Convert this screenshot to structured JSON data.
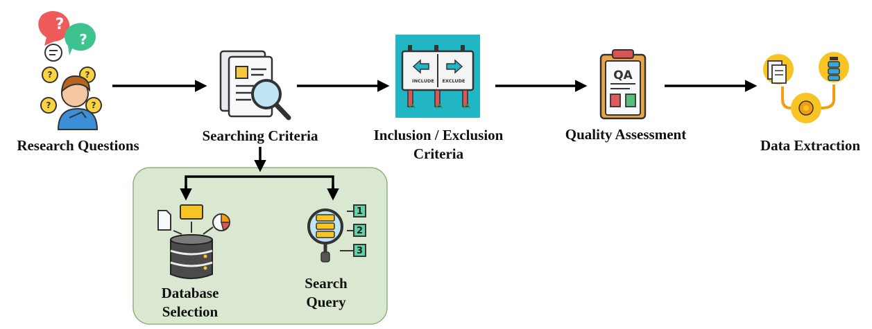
{
  "steps": [
    {
      "label": "Research Questions"
    },
    {
      "label": "Searching Criteria"
    },
    {
      "label_line1": "Inclusion / Exclusion",
      "label_line2": "Criteria"
    },
    {
      "label": "Quality Assessment"
    },
    {
      "label": "Data Extraction"
    }
  ],
  "substeps": [
    {
      "label_line1": "Database",
      "label_line2": "Selection"
    },
    {
      "label_line1": "Search",
      "label_line2": "Query"
    }
  ],
  "icons": {
    "research_questions": {
      "name": "thinking-person-icon",
      "q1": "?",
      "q2": "?"
    },
    "searching_criteria": {
      "name": "document-magnifier-icon"
    },
    "inclusion_exclusion": {
      "name": "signboard-icon",
      "include_text": "INCLUDE",
      "exclude_text": "EXCLUDE"
    },
    "quality_assessment": {
      "name": "clipboard-qa-icon",
      "badge_text": "QA"
    },
    "data_extraction": {
      "name": "data-extraction-icon"
    },
    "database_selection": {
      "name": "database-icon"
    },
    "search_query": {
      "name": "search-query-icon",
      "numbers": [
        "1",
        "2",
        "3"
      ]
    }
  },
  "colors": {
    "arrow": "#000000",
    "substep_panel_fill": "#dbe8d1",
    "substep_panel_stroke": "#8fb37a",
    "orange": "#f5a623",
    "teal": "#1fb5c6",
    "green_number": "#38b48b"
  }
}
